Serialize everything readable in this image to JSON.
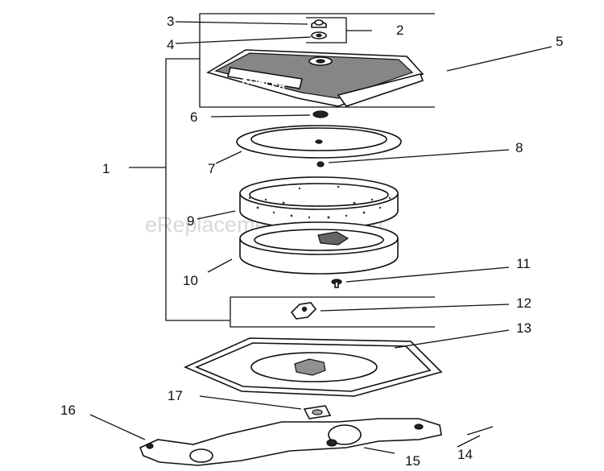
{
  "watermark": "eReplacementParts.com",
  "logo_text": "KOHLER",
  "callouts": {
    "c1": "1",
    "c2": "2",
    "c3": "3",
    "c4": "4",
    "c5": "5",
    "c6": "6",
    "c7": "7",
    "c8": "8",
    "c9": "9",
    "c10": "10",
    "c11": "11",
    "c12": "12",
    "c13": "13",
    "c14": "14",
    "c15": "15",
    "c16": "16",
    "c17": "17"
  }
}
